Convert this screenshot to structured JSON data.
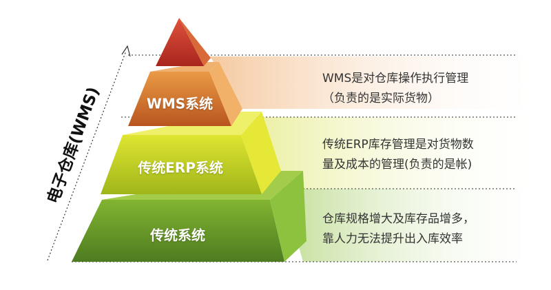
{
  "axis_label": "电子仓库(WMS)",
  "layers": [
    {
      "id": "top",
      "label": ""
    },
    {
      "id": "wms",
      "label": "WMS系统"
    },
    {
      "id": "erp",
      "label": "传统ERP系统"
    },
    {
      "id": "base",
      "label": "传统系统"
    }
  ],
  "descriptions": [
    {
      "lines": [
        "WMS是对仓库操作执行管理",
        "（负责的是实际货物）"
      ]
    },
    {
      "lines": [
        "传统ERP库存管理是对货物数",
        "量及成本的管理(负责的是帐)"
      ]
    },
    {
      "lines": [
        "仓库规格增大及库存品增多，",
        "靠人力无法提升出入库效率"
      ]
    }
  ],
  "colors": {
    "top": "#c8362a",
    "wms": "#d57a2c",
    "erp": "#c7d41f",
    "base": "#6e9e2b",
    "band_wms": "#f6d7b8",
    "band_erp": "#eef2b5",
    "band_base": "#d3e7b2"
  }
}
